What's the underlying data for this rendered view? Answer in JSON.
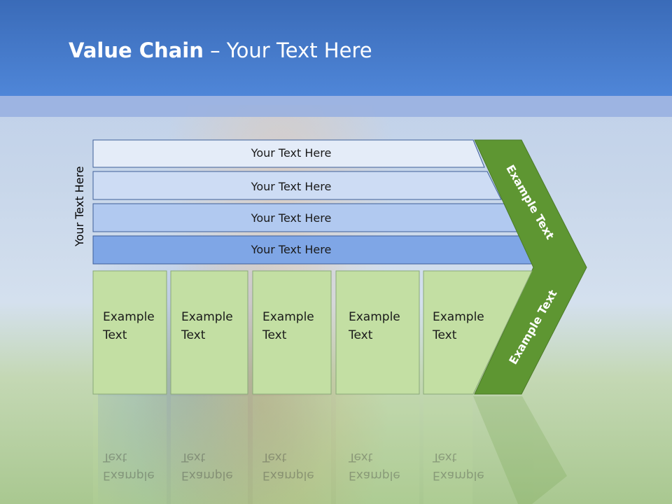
{
  "slide": {
    "title_bold": "Value Chain",
    "title_rest": " – Your Text Here",
    "side_label": "Your Text Here"
  },
  "bars": [
    {
      "label": "Your Text Here"
    },
    {
      "label": "Your Text Here"
    },
    {
      "label": "Your Text Here"
    },
    {
      "label": "Your Text Here"
    }
  ],
  "boxes": [
    {
      "line1": "Example",
      "line2": "Text"
    },
    {
      "line1": "Example",
      "line2": "Text"
    },
    {
      "line1": "Example",
      "line2": "Text"
    },
    {
      "line1": "Example",
      "line2": "Text"
    },
    {
      "line1": "Example",
      "line2": "Text"
    }
  ],
  "arrow": {
    "top_label": "Example Text",
    "bottom_label": "Example Text"
  },
  "colors": {
    "header": "#4f86d8",
    "bar_fills": [
      "#e4ecf8",
      "#cddcf4",
      "#b1c9f0",
      "#7fa6e6"
    ],
    "box_fill": "#c3dfa3",
    "arrow_fill": "#5e9632"
  }
}
